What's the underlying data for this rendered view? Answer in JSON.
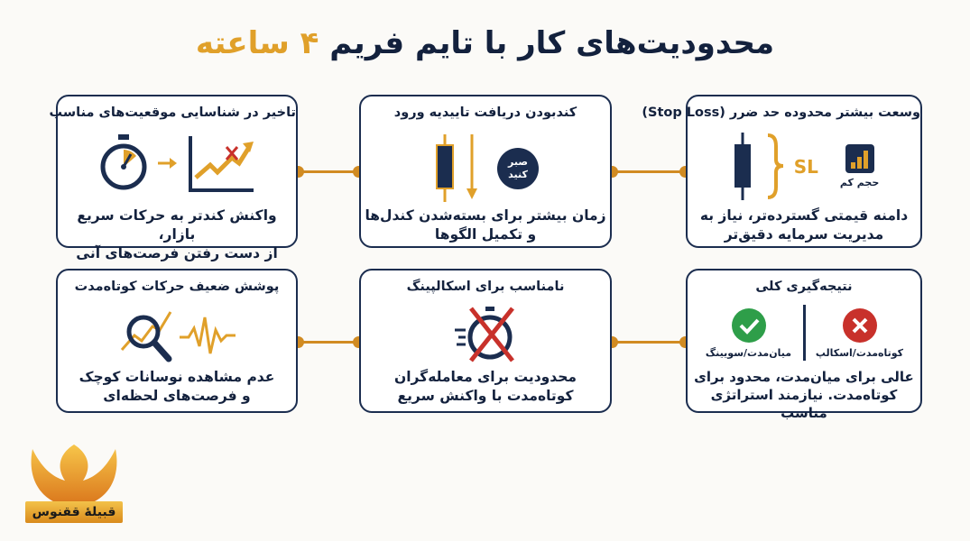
{
  "title": {
    "main": "محدودیت‌های کار با تایم فریم",
    "accent": "۴ ساعته"
  },
  "cards": [
    {
      "title": "وسعت بیشتر محدوده حد ضرر (Stop Loss)",
      "desc1": "دامنه قیمتی گسترده‌تر، نیاز به",
      "desc2": "مدیریت سرمایه دقیق‌تر",
      "sl_label": "SL",
      "volume_label": "حجم کم"
    },
    {
      "title": "کندبودن دریافت تاییدیه ورود",
      "desc1": "زمان بیشتر برای بسته‌شدن کندل‌ها",
      "desc2": "و تکمیل الگوها",
      "bubble1": "صبر",
      "bubble2": "کنید"
    },
    {
      "title": "تاخیر در شناسایی موقعیت‌های مناسب",
      "desc1": "واکنش کندتر به حرکات سریع بازار،",
      "desc2": "از دست رفتن فرصت‌های آنی"
    },
    {
      "title": "نتیجه‌گیری کلی",
      "desc1": "عالی برای میان‌مدت، محدود برای",
      "desc2": "کوتاه‌مدت. نیازمند استراتژی مناسب",
      "bad_label": "کوتاه‌مدت/اسکالپ",
      "good_label": "میان‌مدت/سویینگ"
    },
    {
      "title": "نامناسب برای اسکالپینگ",
      "desc1": "محدودیت برای معامله‌گران",
      "desc2": "کوتاه‌مدت با واکنش سریع"
    },
    {
      "title": "پوشش ضعیف حرکات کوتاه‌مدت",
      "desc1": "عدم مشاهده نوسانات کوچک",
      "desc2": "و فرصت‌های لحظه‌ای"
    }
  ],
  "logo": {
    "text": "قبیلهٔ ققنوس"
  },
  "colors": {
    "navy": "#1b2d4f",
    "gold": "#e0a02a",
    "red": "#c8312b",
    "green": "#2e9e49"
  }
}
